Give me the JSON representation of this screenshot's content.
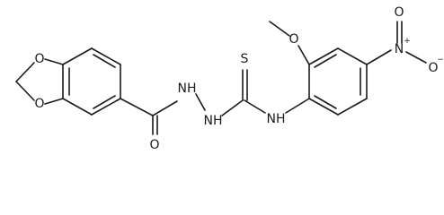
{
  "molecule": {
    "atoms": {
      "o_ring1": "O",
      "o_ring2": "O",
      "o_carbonyl": "O",
      "nh1": "NH",
      "nh2": "NH",
      "s_thio": "S",
      "nh3": "NH",
      "o_methoxy": "O",
      "n_nitro": "N",
      "n_nitro_charge": "+",
      "o_nitro_up": "O",
      "o_nitro_right": "O",
      "o_nitro_charge": "−"
    }
  },
  "colors": {
    "bond": "#1a1a1a",
    "background": "#ffffff"
  }
}
